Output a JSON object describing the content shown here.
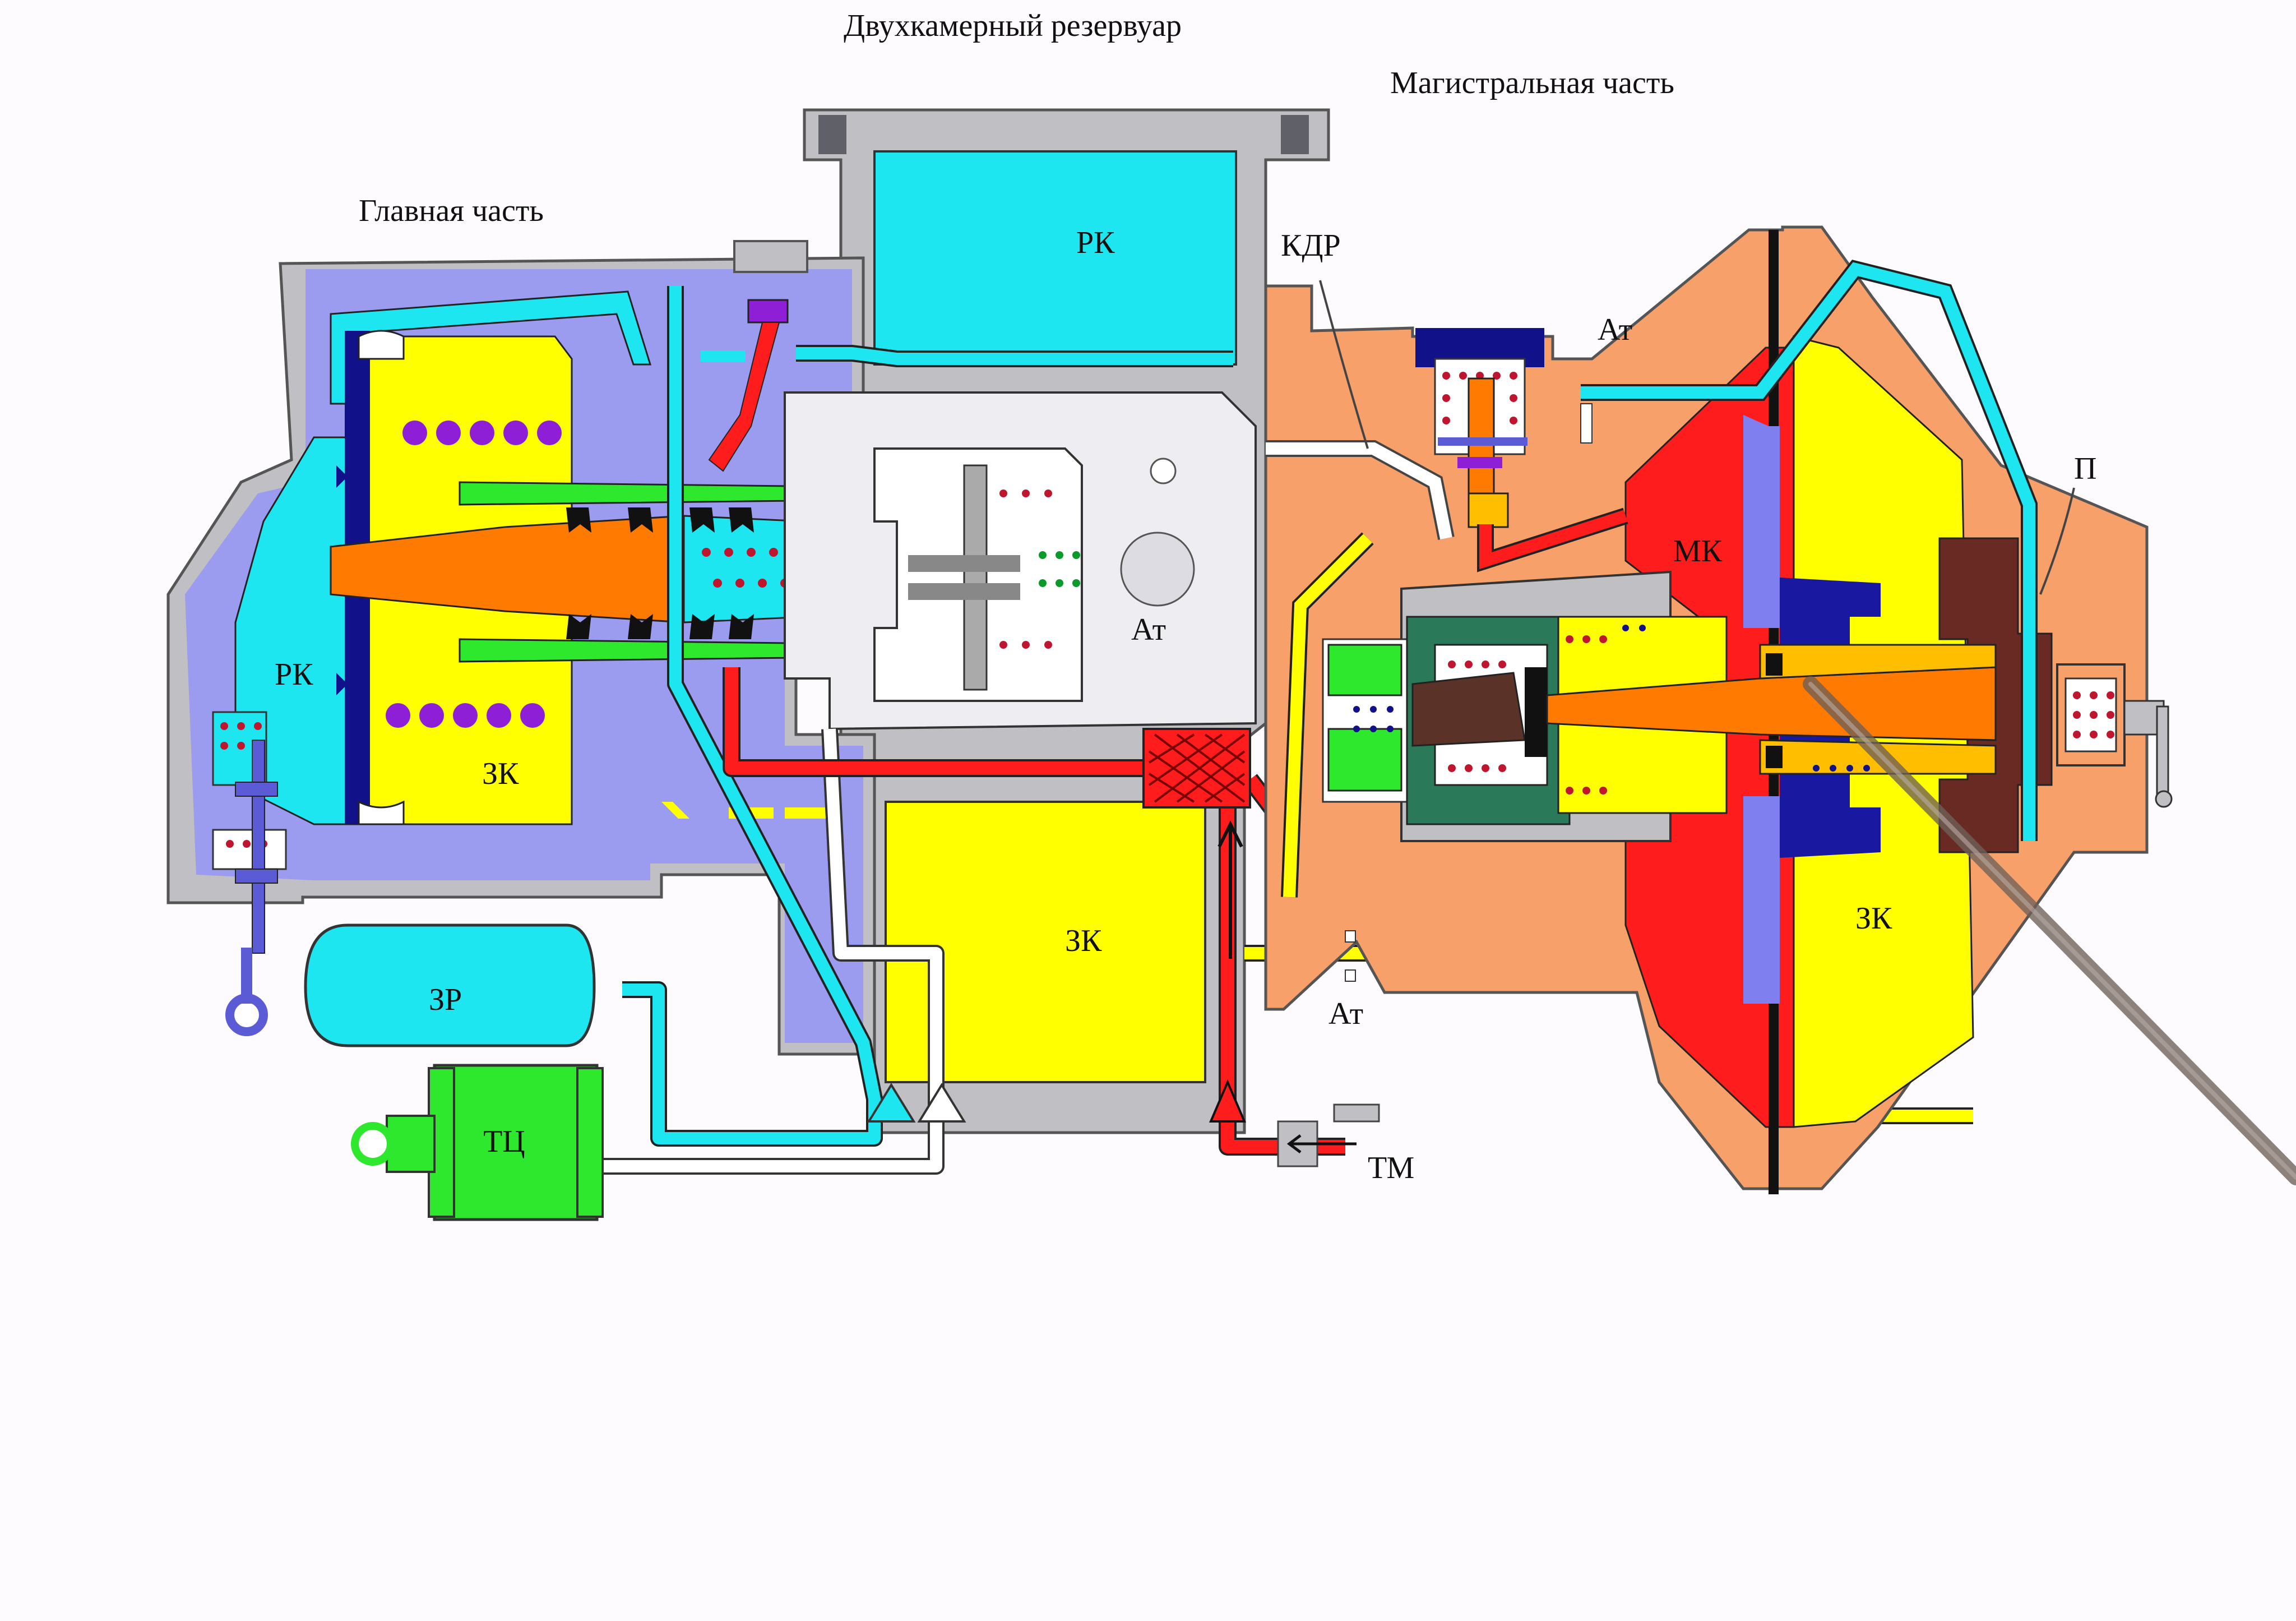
{
  "titles": {
    "reservoir": "Двухкамерный резервуар",
    "main_part": "Главная часть",
    "line_part": "Магистральная часть"
  },
  "labels": {
    "rk_top": "РК",
    "rk_left": "РК",
    "zk_main": "ЗК",
    "zk_reservoir": "ЗК",
    "zk_right": "ЗК",
    "at_mid": "Ат",
    "at_top": "Ат",
    "at_bottom": "Ат",
    "kdr": "КДР",
    "mk": "МК",
    "p": "П",
    "zr": "ЗР",
    "tc": "ТЦ",
    "tm": "ТМ"
  },
  "colors": {
    "housing_grey": "#bfbfc4",
    "main_body_lavender": "#9b9bf0",
    "line_body_orange": "#f7a06a",
    "working_chamber_cyan": "#1ee6f0",
    "spool_chamber_yellow": "#ffff00",
    "brake_line_red": "#ff1c1c",
    "piston_orange": "#ff7a00",
    "diaphragm_navy": "#11118a",
    "cylinder_green": "#2ee82e"
  }
}
